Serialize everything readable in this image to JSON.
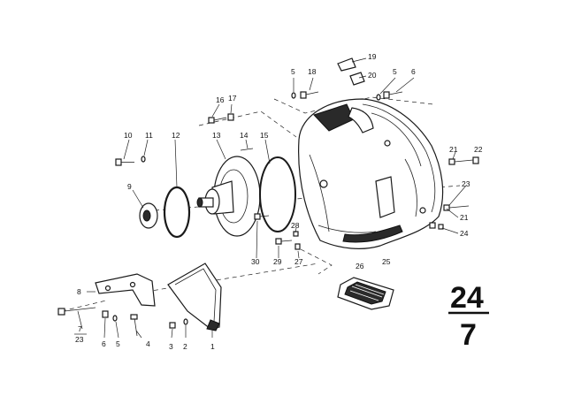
{
  "part_numbers": {
    "p1": "1",
    "p2": "2",
    "p3": "3",
    "p4": "4",
    "p5a": "5",
    "p5b": "5",
    "p5c": "5",
    "p6a": "6",
    "p6b": "6",
    "p7_23_top": "7",
    "p7_23_bottom": "23",
    "p8": "8",
    "p9": "9",
    "p10": "10",
    "p11": "11",
    "p12": "12",
    "p13": "13",
    "p14": "14",
    "p15": "15",
    "p16": "16",
    "p17": "17",
    "p18": "18",
    "p19": "19",
    "p20": "20",
    "p21a": "21",
    "p21b": "21",
    "p22": "22",
    "p23": "23",
    "p24": "24",
    "p25": "25",
    "p26": "26",
    "p27": "27",
    "p28": "28",
    "p29": "29",
    "p30": "30"
  },
  "group_number": {
    "top": "24",
    "bottom": "7"
  }
}
